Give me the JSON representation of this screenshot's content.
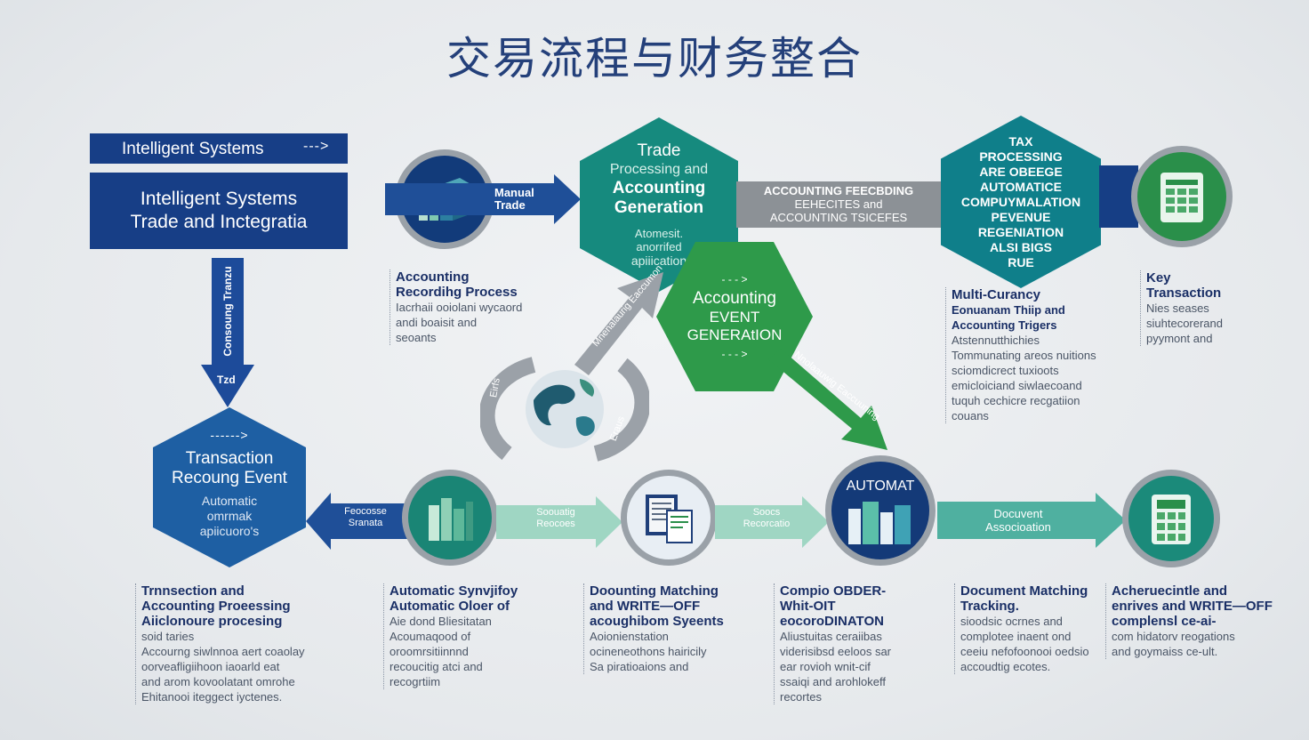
{
  "title": "交易流程与财务整合",
  "top_left": {
    "bar_label": "Intelligent Systems",
    "bar_arrow": "--->",
    "box_line1": "Intelligent Systems",
    "box_line2": "Trade and Inctegratia",
    "down_arrow_label": "Consoung Tranzu",
    "down_arrow_tail": "Tzd"
  },
  "left_hex": {
    "arrow": "------>",
    "title_line1": "Transaction",
    "title_line2": "Recoung Event",
    "sub1": "Automatic",
    "sub2": "omrmak",
    "sub3": "apiicuoro's"
  },
  "trade_hex": {
    "title1": "Trade",
    "title2": "Processing and",
    "title3": "Accounting",
    "title4": "Generation",
    "sub1": "Atomesit.",
    "sub2": "anorrifed",
    "sub3": "apiiication"
  },
  "event_hex": {
    "title1": "Accounting",
    "title2": "EVENT",
    "title3": "GENERAtION"
  },
  "tax_hex": {
    "lines": [
      "TAX",
      "PROCESSING",
      "ARE OBEEGE",
      "AUTOMATICE",
      "COMPUYMALATION",
      "PEVENUE",
      "REGENIATION",
      "ALSI BIGS",
      "RUE"
    ]
  },
  "arrows": {
    "manual_trade_1": "Manual",
    "manual_trade_2": "Trade",
    "gray_band_1": "ACCOUNTING FEECBDING",
    "gray_band_2": "EEHECITES and",
    "gray_band_3": "ACCOUNTING TSICEFES",
    "diag_up": "Mnenalaurig Eaccumon",
    "diag_down": "Nnolaauwig Eaccuuning",
    "cycle_left": "Eirfs",
    "cycle_right": "Eraus",
    "bottom_1_a": "Feocosse",
    "bottom_1_b": "Sranata",
    "bottom_2_a": "Soouatig",
    "bottom_2_b": "Reocoes",
    "bottom_3_a": "Soocs",
    "bottom_3_b": "Recorcatio",
    "bottom_4_a": "Docuvent",
    "bottom_4_b": "Associoation"
  },
  "automat_label": "AUTOMAT",
  "desc_accounting": {
    "head1": "Accounting",
    "head2": "Recordihg Process",
    "body1": "Iacrhaii ooiolani wycaord",
    "body2": "andi boaisit and",
    "body3": "seoants"
  },
  "desc_multi": {
    "head1": "Multi-Curancy",
    "head2": "Eonuanam Thiip and",
    "head3": "Accounting Trigers",
    "body": [
      "Atstennutthichies",
      "Tommunating areos nuitions",
      "sciomdicrect tuxioots",
      "emicloiciand siwlaecoand",
      "tuquh cechicre recgatiion",
      "couans"
    ]
  },
  "desc_key": {
    "head1": "Key",
    "head2": "Transaction",
    "body": [
      "Nies seases",
      "siuhtecorerand",
      "pyymont and"
    ]
  },
  "bottom_descs": [
    {
      "head": [
        "Trnnsection and",
        "Accounting Proeessing",
        "Aiiclonoure procesing"
      ],
      "body": [
        "soid  taries",
        "Accourng siwlnnoa aert coaolay",
        "oorveafligiihoon iaoarld eat",
        "and arom kovoolatant omrohe",
        "Ehitanooi iteggect iyctenes."
      ]
    },
    {
      "head": [
        "Automatic Synvjifoy",
        "Automatic Oloer of"
      ],
      "body": [
        "Aie dond Bliesitatan",
        "Acoumaqood of",
        "oroomrsitiinnnd",
        "recoucitig atci and",
        "recogrtiim"
      ]
    },
    {
      "head": [
        "Doounting Matching",
        "and WRITE—OFF",
        "acoughibom Syeents"
      ],
      "body": [
        "Aoionienstation",
        "ocineneothons hairicily",
        "Sa piratioaions and"
      ]
    },
    {
      "head": [
        "Compio OBDER-",
        "Whit-OIT",
        "eocoroDINATON"
      ],
      "body": [
        "Aliustuitas ceraiibas",
        "viderisibsd eeloos sar",
        "ear rovioh wnit-cif",
        "ssaiqi and arohlokeff",
        "recortes"
      ]
    },
    {
      "head": [
        "Document Matching",
        "Tracking."
      ],
      "body": [
        "sioodsic ocrnes and",
        "complotee inaent ond",
        "ceeiu nefofoonooi oedsio",
        "accoudtig ecotes."
      ]
    },
    {
      "head": [
        "Acheruecintle and",
        "enrives and WRITE—OFF",
        "complensl ce-ai-"
      ],
      "body": [
        "com hidatorv reogations",
        "and goymaiss ce-ult."
      ]
    }
  ],
  "colors": {
    "navy": "#173e86",
    "teal": "#0e7f86",
    "green": "#2e9a4a",
    "mint": "#8fd0bd",
    "gray": "#8c9196"
  }
}
